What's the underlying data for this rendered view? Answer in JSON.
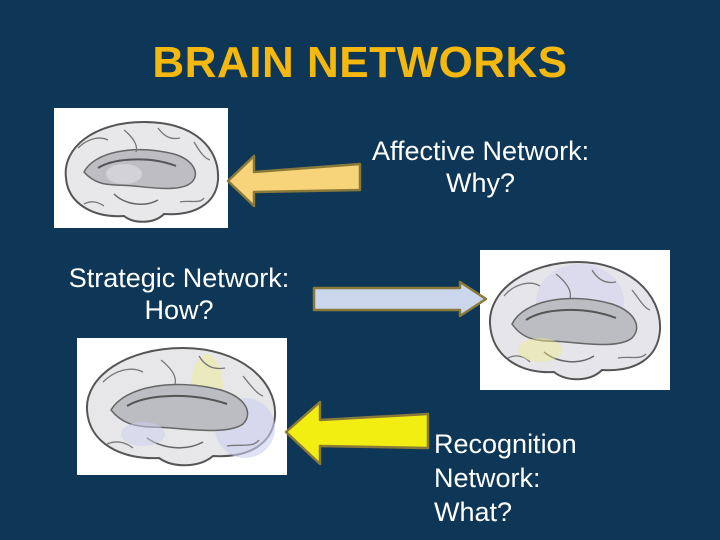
{
  "title": "BRAIN NETWORKS",
  "affective": {
    "line1": "Affective Network:",
    "line2": "Why?"
  },
  "strategic": {
    "line1": "Strategic Network:",
    "line2": "How?"
  },
  "recognition": {
    "line1": "Recognition",
    "line2": "Network:",
    "line3": "What?"
  },
  "colors": {
    "background": "#0e3657",
    "title": "#f5b80f",
    "affective_arrow": "#f7d37a",
    "strategic_arrow": "#c9d6ec",
    "recognition_arrow": "#f2ee12",
    "arrow_outline": "#8a7a3a"
  },
  "images": {
    "affective_brain": "brain-medial-view-affective",
    "strategic_brain": "brain-medial-view-strategic",
    "recognition_brain": "brain-medial-view-recognition"
  }
}
